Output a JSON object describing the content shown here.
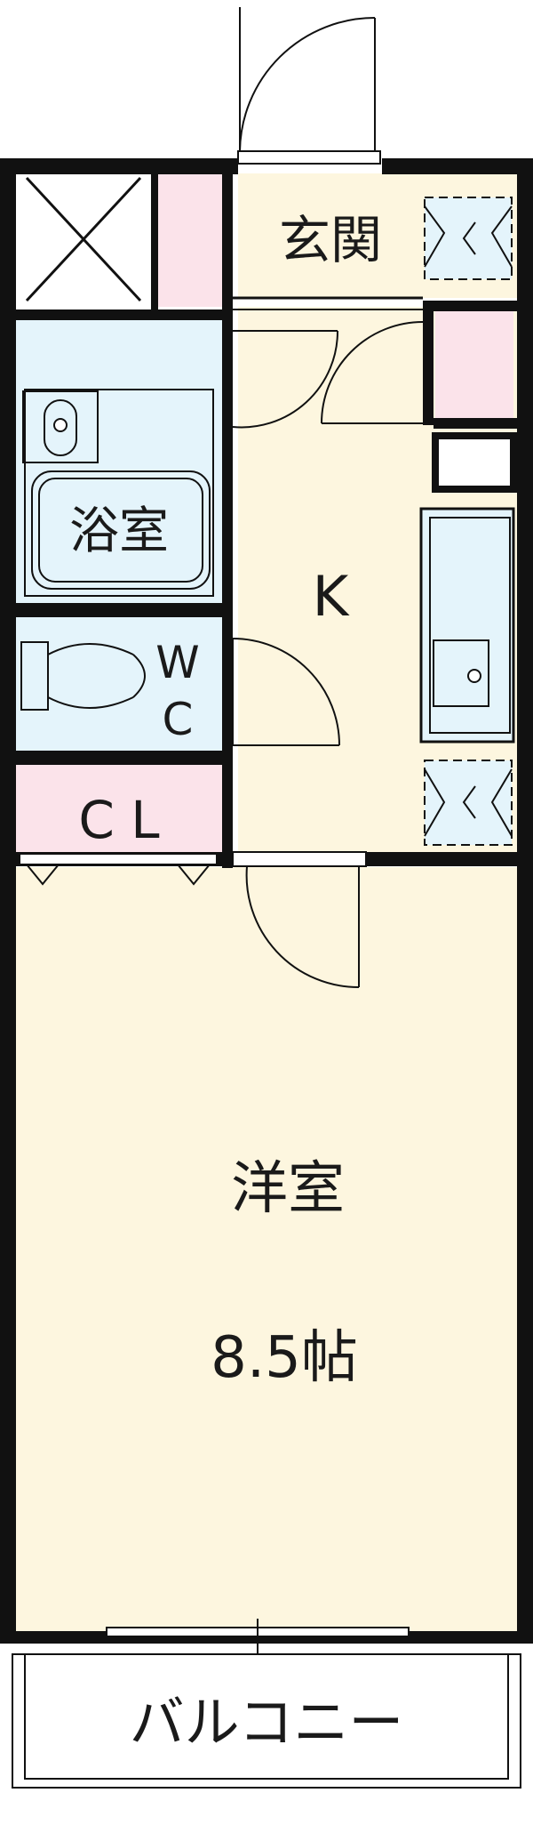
{
  "rooms": {
    "entrance": "玄関",
    "kitchen": "K",
    "bath": "浴室",
    "wc_top": "W",
    "wc_bottom": "C",
    "closet": "C L",
    "western_room": "洋室",
    "western_room_size": "8.5帖",
    "balcony": "バルコニー"
  },
  "colors": {
    "floor": "#fdf6df",
    "wet_area": "#e4f4fb",
    "storage": "#fbe3ea",
    "wall": "#111111"
  }
}
